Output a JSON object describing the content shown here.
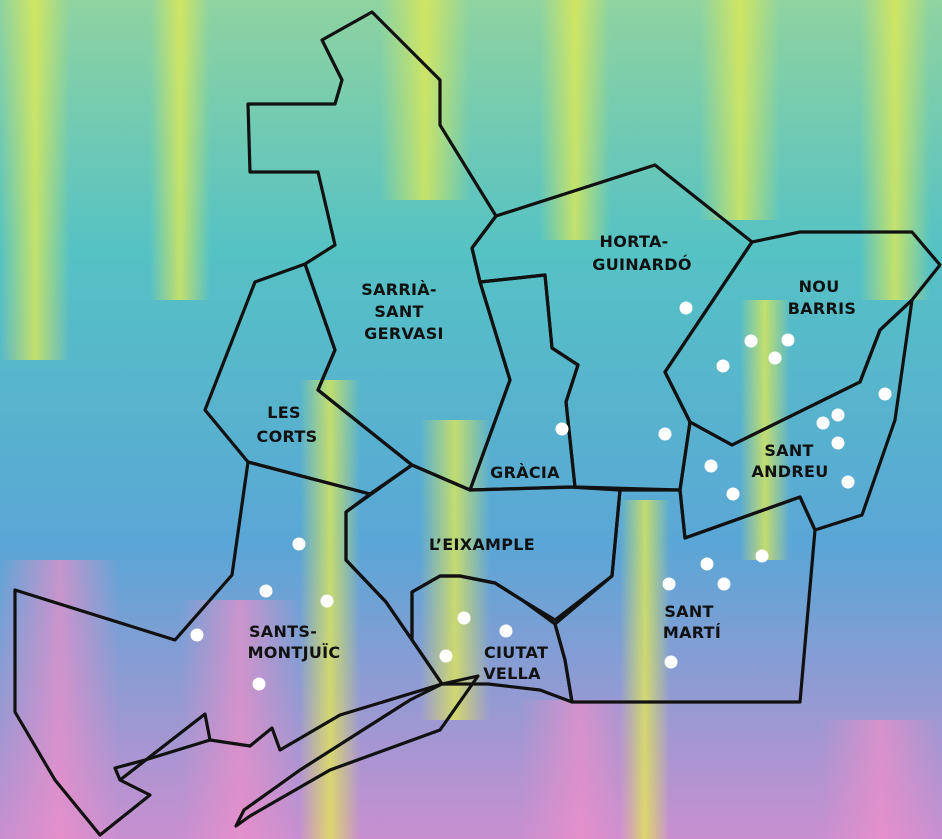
{
  "colors": {
    "border": "#111111",
    "marker": "#ffffff",
    "background": [
      "#e6ec4f",
      "#5ec7c9",
      "#4e9bd6",
      "#e98fcb"
    ]
  },
  "districts": [
    {
      "id": "ciutat-vella",
      "label": [
        "CIUTAT",
        "VELLA"
      ]
    },
    {
      "id": "eixample",
      "label": [
        "L’EIXAMPLE"
      ]
    },
    {
      "id": "sants-montjuic",
      "label": [
        "SANTS-",
        "MONTJUÏC"
      ]
    },
    {
      "id": "les-corts",
      "label": [
        "LES",
        "CORTS"
      ]
    },
    {
      "id": "sarria-sant-gervasi",
      "label": [
        "SARRIÀ-",
        "SANT",
        "GERVASI"
      ]
    },
    {
      "id": "gracia",
      "label": [
        "GRÀCIA"
      ]
    },
    {
      "id": "horta-guinardo",
      "label": [
        "HORTA-",
        "GUINARDÓ"
      ]
    },
    {
      "id": "nou-barris",
      "label": [
        "NOU",
        "BARRIS"
      ]
    },
    {
      "id": "sant-andreu",
      "label": [
        "SANT",
        "ANDREU"
      ]
    },
    {
      "id": "sant-marti",
      "label": [
        "SANT",
        "MARTÍ"
      ]
    }
  ]
}
